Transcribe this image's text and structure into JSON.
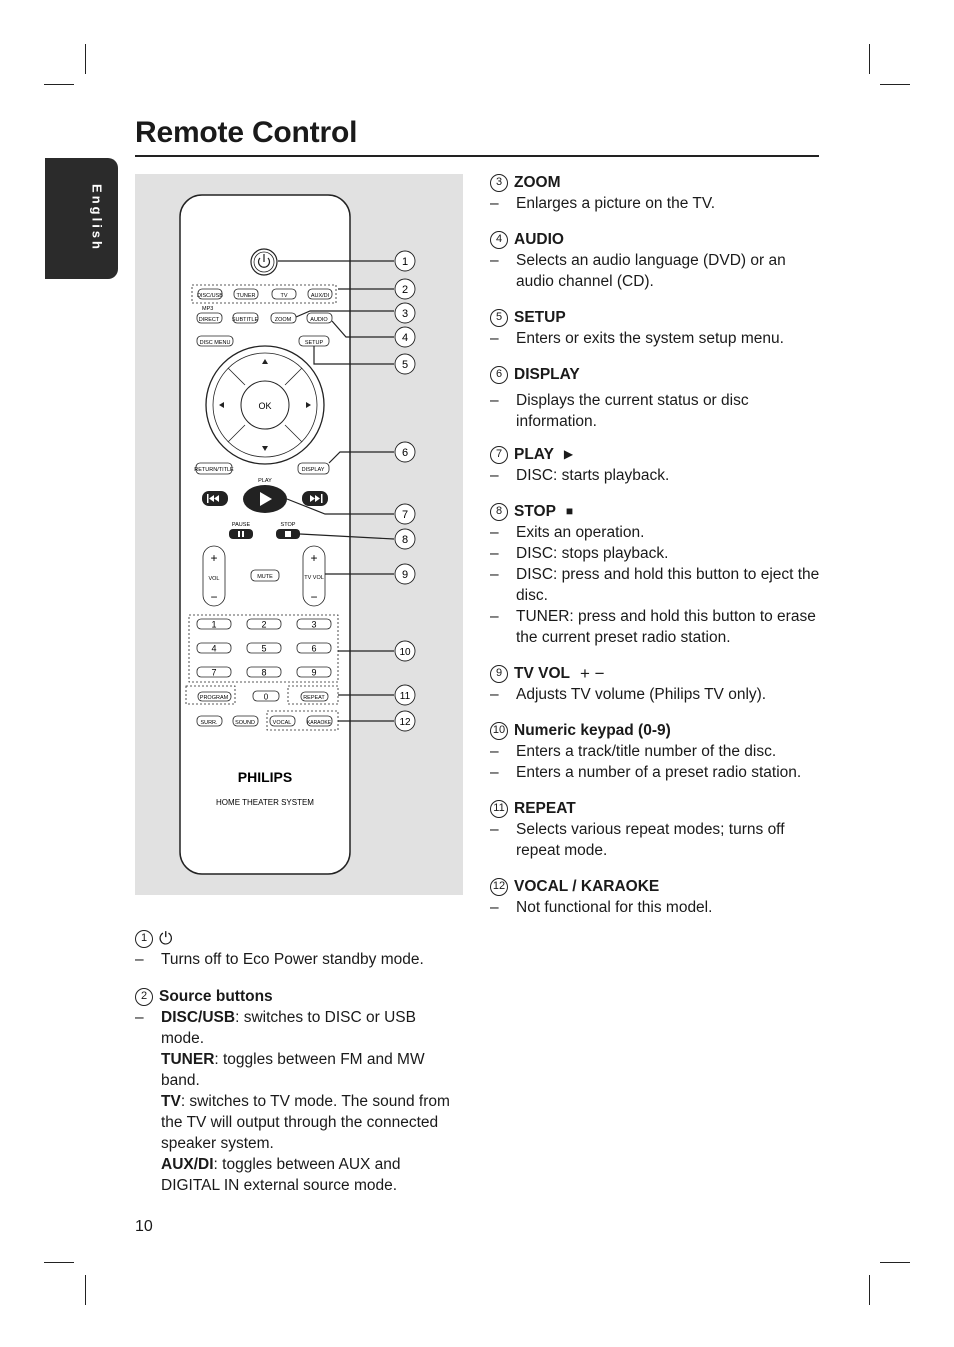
{
  "page_title": "Remote Control",
  "language_tab": "English",
  "page_number": "10",
  "remote": {
    "buttons": {
      "disc_usb": "DISC/USB",
      "tuner": "TUNER",
      "tv": "TV",
      "aux_di": "AUX/DI",
      "mp3": "MP3",
      "direct": "DIRECT",
      "subtitle": "SUBTITLE",
      "zoom": "ZOOM",
      "audio": "AUDIO",
      "disc_menu": "DISC MENU",
      "setup": "SETUP",
      "ok": "OK",
      "return_title": "RETURN/TITLE",
      "display": "DISPLAY",
      "play_label": "PLAY",
      "pause": "PAUSE",
      "stop": "STOP",
      "vol": "VOL",
      "mute": "MUTE",
      "tv_vol": "TV VOL",
      "plus": "+",
      "minus": "−",
      "keypad": [
        "1",
        "2",
        "3",
        "4",
        "5",
        "6",
        "7",
        "8",
        "9"
      ],
      "zero": "0",
      "program": "PROGRAM",
      "repeat": "REPEAT",
      "surr": "SURR.",
      "sound": "SOUND",
      "vocal": "VOCAL",
      "karaoke": "KARAOKE"
    },
    "brand": "PHILIPS",
    "model": "HOME THEATER SYSTEM",
    "callouts": [
      "1",
      "2",
      "3",
      "4",
      "5",
      "6",
      "7",
      "8",
      "9",
      "10",
      "11",
      "12"
    ]
  },
  "left_column": [
    {
      "num": "1",
      "symbol": "⏻",
      "lines": [
        "Turns off to Eco Power standby mode."
      ]
    },
    {
      "num": "2",
      "title": "Source buttons",
      "entries": [
        {
          "term": "DISC/USB",
          "text": ": switches to DISC or USB mode."
        },
        {
          "term": "TUNER",
          "text": ": toggles between FM and MW band."
        },
        {
          "term": "TV",
          "text": ": switches to TV mode. The sound from the TV will output through the connected speaker system."
        },
        {
          "term": "AUX/DI",
          "text": ": toggles between AUX and DIGITAL IN external source mode."
        }
      ]
    }
  ],
  "right_column": [
    {
      "num": "3",
      "title": "ZOOM",
      "lines": [
        "Enlarges a picture on the TV."
      ]
    },
    {
      "num": "4",
      "title": "AUDIO",
      "lines": [
        "Selects an audio language (DVD) or an audio channel (CD)."
      ]
    },
    {
      "num": "5",
      "title": "SETUP",
      "lines": [
        "Enters or exits the system setup menu."
      ]
    },
    {
      "num": "6",
      "title": "DISPLAY",
      "lines": [
        "Displays the current status or disc information."
      ]
    },
    {
      "num": "7",
      "title": "PLAY",
      "symbol": "▶",
      "lines": [
        "DISC: starts playback."
      ]
    },
    {
      "num": "8",
      "title": "STOP",
      "symbol": "■",
      "lines": [
        "Exits an operation.",
        "DISC: stops playback.",
        "DISC: press and hold this button to eject the disc.",
        "TUNER: press and hold this button to erase the current preset radio station."
      ]
    },
    {
      "num": "9",
      "title": "TV VOL",
      "symbol": "+ −",
      "lines": [
        "Adjusts TV volume (Philips TV only)."
      ]
    },
    {
      "num": "10",
      "title": "Numeric keypad (0-9)",
      "lines": [
        "Enters a track/title number of the disc.",
        "Enters a number of a preset radio station."
      ]
    },
    {
      "num": "11",
      "title": "REPEAT",
      "lines": [
        "Selects various repeat modes; turns off repeat mode."
      ]
    },
    {
      "num": "12",
      "title": "VOCAL / KARAOKE",
      "lines": [
        "Not functional for this model."
      ]
    }
  ]
}
